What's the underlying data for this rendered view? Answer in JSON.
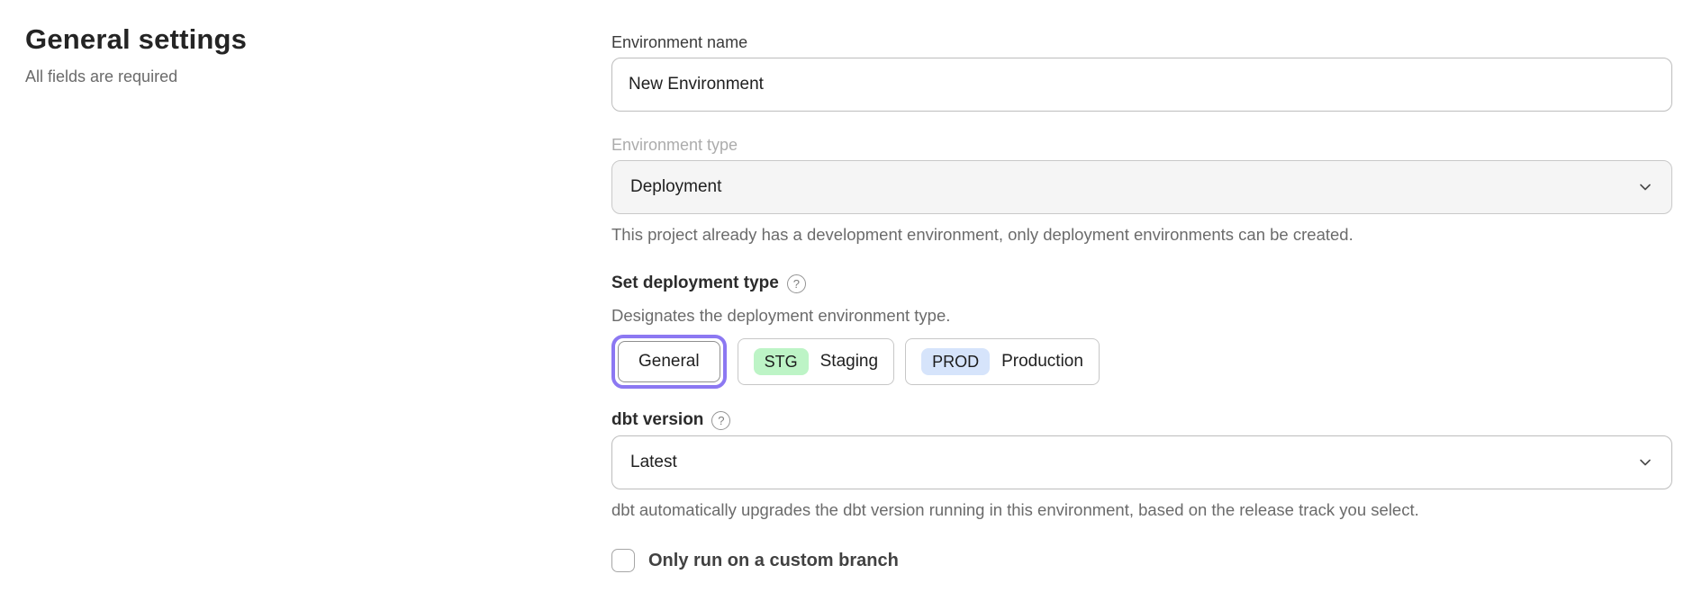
{
  "header": {
    "title": "General settings",
    "subtitle": "All fields are required"
  },
  "icons": {
    "help_glyph": "?"
  },
  "colors": {
    "accent_selected_ring": "#8c78f2",
    "staging_badge_bg": "#bdf4c6",
    "production_badge_bg": "#d6e4fb",
    "disabled_select_bg": "#f5f5f5"
  },
  "form": {
    "environment_name": {
      "label": "Environment name",
      "value": "New Environment"
    },
    "environment_type": {
      "label": "Environment type",
      "value": "Deployment",
      "state": "disabled",
      "helper": "This project already has a development environment, only deployment environments can be created."
    },
    "deployment_type": {
      "label": "Set deployment type",
      "description": "Designates the deployment environment type.",
      "options": [
        {
          "label": "General",
          "selected": true
        },
        {
          "badge": "STG",
          "label": "Staging",
          "selected": false
        },
        {
          "badge": "PROD",
          "label": "Production",
          "selected": false
        }
      ]
    },
    "dbt_version": {
      "label": "dbt version",
      "value": "Latest",
      "helper": "dbt automatically upgrades the dbt version running in this environment, based on the release track you select."
    },
    "custom_branch": {
      "label": "Only run on a custom branch",
      "checked": false
    }
  }
}
